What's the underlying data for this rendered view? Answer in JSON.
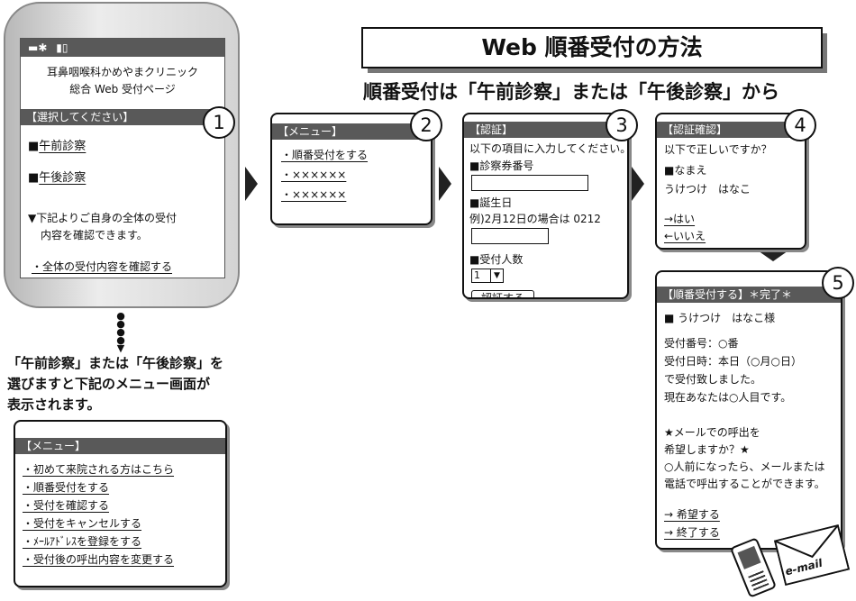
{
  "title": "Web 順番受付の方法",
  "subtitle": "順番受付は「午前診察」または「午後診察」から",
  "phone": {
    "clinic_name": "耳鼻咽喉科かめやまクリニック",
    "page_name": "総合 Web 受付ページ",
    "bar": "【選択してください】",
    "step": "1",
    "options": [
      "午前診察",
      "午後診察"
    ],
    "note_line1": "▼下記よりご自身の全体の受付",
    "note_line2": "内容を確認できます。",
    "link": "・全体の受付内容を確認する"
  },
  "caption": [
    "「午前診察」または「午後診察」を",
    "選びますと下記のメニュー画面が",
    "表示されます。"
  ],
  "menu_full": {
    "bar": "【メニュー】",
    "items": [
      "・初めて来院される方はこちら",
      "・順番受付をする",
      "・受付を確認する",
      "・受付をキャンセルする",
      "・ﾒｰﾙｱﾄﾞﾚｽを登録をする",
      "・受付後の呼出内容を変更する"
    ]
  },
  "step2": {
    "step": "2",
    "bar": "【メニュー】",
    "items": [
      "・順番受付をする",
      "・×××××× ",
      "・××××××"
    ]
  },
  "step3": {
    "step": "3",
    "bar": "【認証】",
    "intro": "以下の項目に入力してください。",
    "card_label": "■診察券番号",
    "birthday_label": "■誕生日",
    "birthday_example": "例)2月12日の場合は 0212",
    "people_label": "■受付人数",
    "people_value": "1",
    "submit": "認証する"
  },
  "step4": {
    "step": "4",
    "bar": "【認証確認】",
    "question": "以下で正しいですか？",
    "name_label": "■なまえ",
    "name_value": "うけつけ　はなこ",
    "yes": "→はい",
    "no": "←いいえ"
  },
  "step5": {
    "step": "5",
    "bar": "【順番受付する】＊完了＊",
    "name": "■ うけつけ　はなこ様",
    "lines": [
      "受付番号：○番",
      "受付日時：本日（○月○日）",
      "で受付致しました。",
      "現在あなたは○人目です。"
    ],
    "mail_lines": [
      "★メールでの呼出を",
      "希望しますか？★",
      "○人前になったら、メールまたは",
      "電話で呼出することができます。"
    ],
    "hope": "→ 希望する",
    "finish": "→ 終了する"
  },
  "email_label": "e-mail"
}
